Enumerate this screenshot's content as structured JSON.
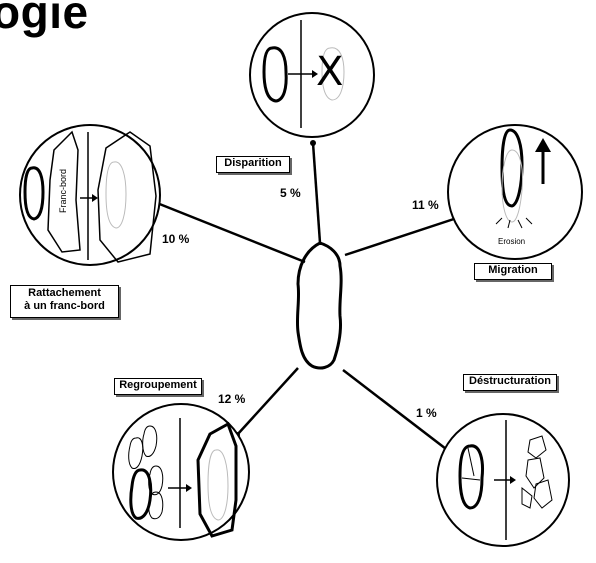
{
  "title": "ogie",
  "center": {
    "name": "central-block"
  },
  "nodes": {
    "disparition": {
      "label": "Disparition",
      "percent": "5 %",
      "symbol": "X"
    },
    "migration": {
      "label": "Migration",
      "percent": "11 %",
      "note": "Erosion"
    },
    "rattachement": {
      "label_line1": "Rattachement",
      "label_line2": "à un franc-bord",
      "percent": "10 %",
      "inner_label": "Franc-bord"
    },
    "regroupement": {
      "label": "Regroupement",
      "percent": "12 %"
    },
    "destructuration": {
      "label": "Déstructuration",
      "percent": "1 %"
    }
  }
}
